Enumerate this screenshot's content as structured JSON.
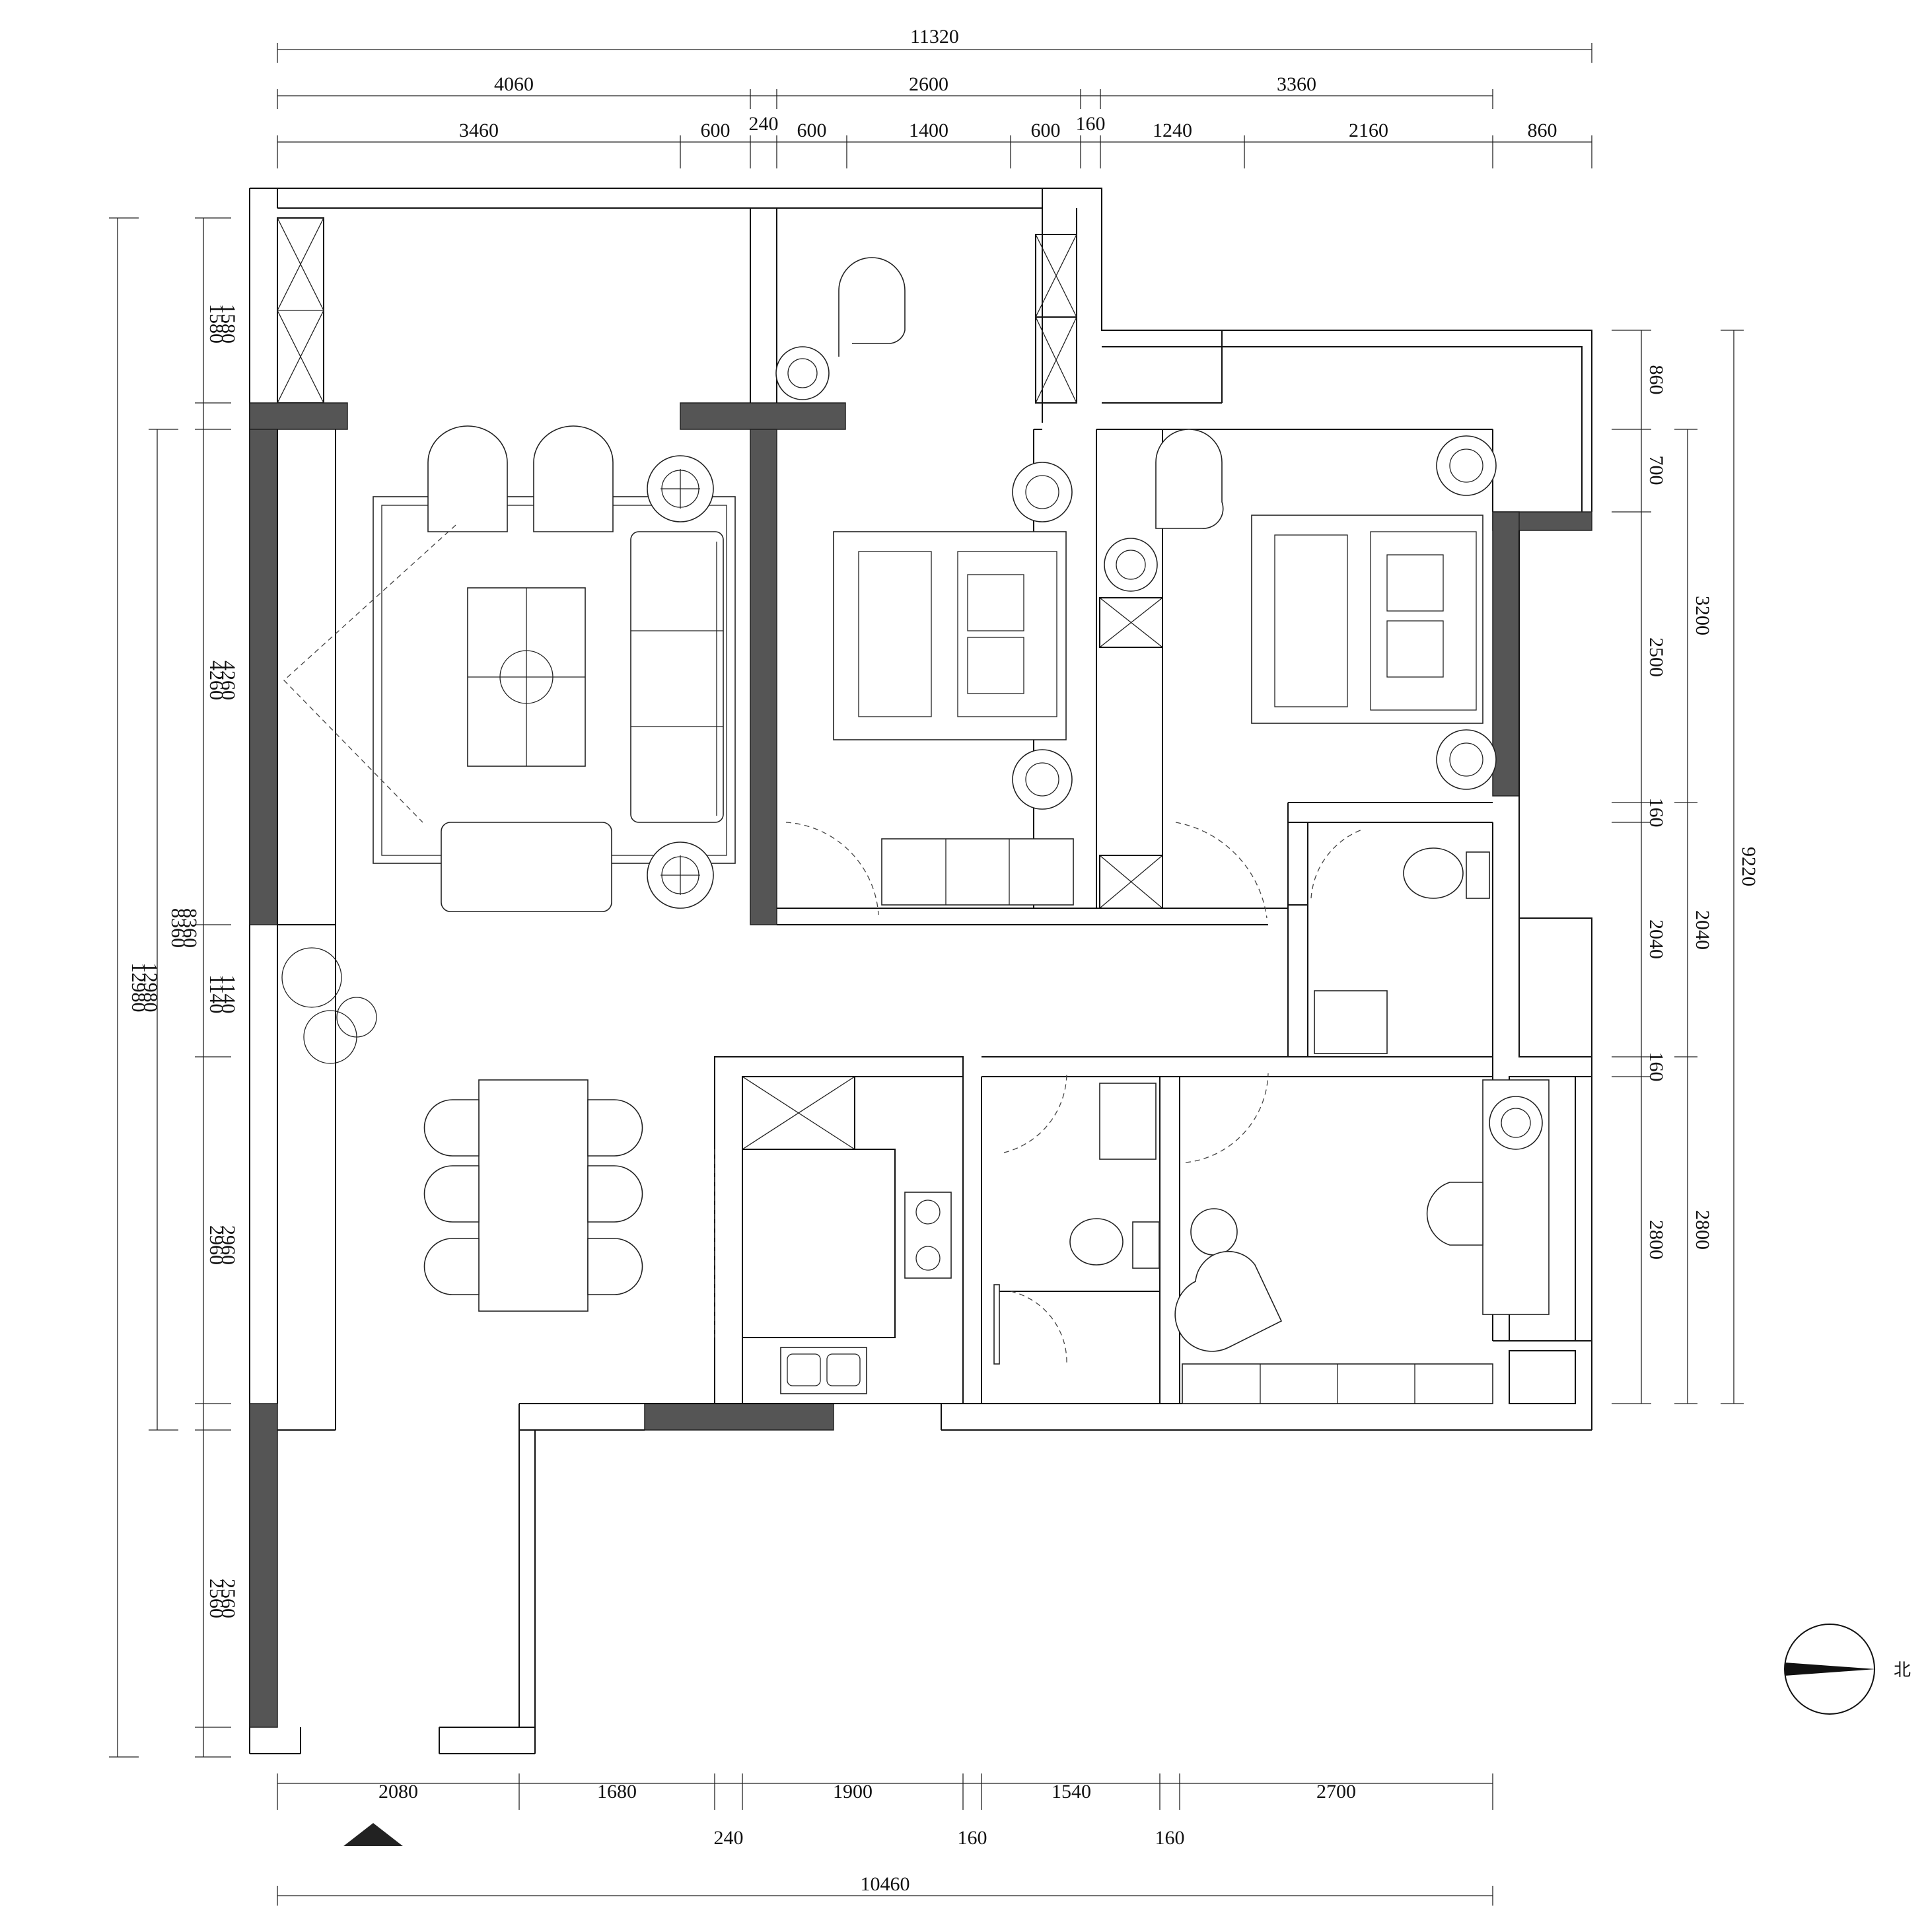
{
  "dimensions": {
    "top": {
      "overall": "11320",
      "row2": [
        "4060",
        "2600",
        "3360"
      ],
      "row3": [
        "3460",
        "600",
        "240",
        "600",
        "1400",
        "600",
        "160",
        "1240",
        "2160",
        "860"
      ]
    },
    "bottom": {
      "row1": [
        "2080",
        "1680",
        "1900",
        "1540",
        "2700"
      ],
      "row2": [
        "240",
        "160",
        "160"
      ],
      "overall": "10460"
    },
    "left": {
      "outer": "12980",
      "outer2": "12980",
      "mid": "8360",
      "mid2": "8360",
      "inner": [
        "1580",
        "1580",
        "4260",
        "4260",
        "1140",
        "1140",
        "2960",
        "2960",
        "2560",
        "2560"
      ]
    },
    "right": {
      "inner": [
        "860",
        "700",
        "2500",
        "160",
        "2040",
        "160",
        "2800"
      ],
      "middle": [
        "3200",
        "2040",
        "2800"
      ],
      "outer": "9220"
    }
  },
  "compass": {
    "label": "北"
  },
  "colors": {
    "wall_fill": "#555555",
    "line": "#111111",
    "background": "#ffffff"
  },
  "icons": [
    "compass-icon",
    "entrance-arrow-icon",
    "toilet-icon",
    "sink-icon",
    "stove-icon",
    "plant-icon",
    "lamp-icon"
  ]
}
